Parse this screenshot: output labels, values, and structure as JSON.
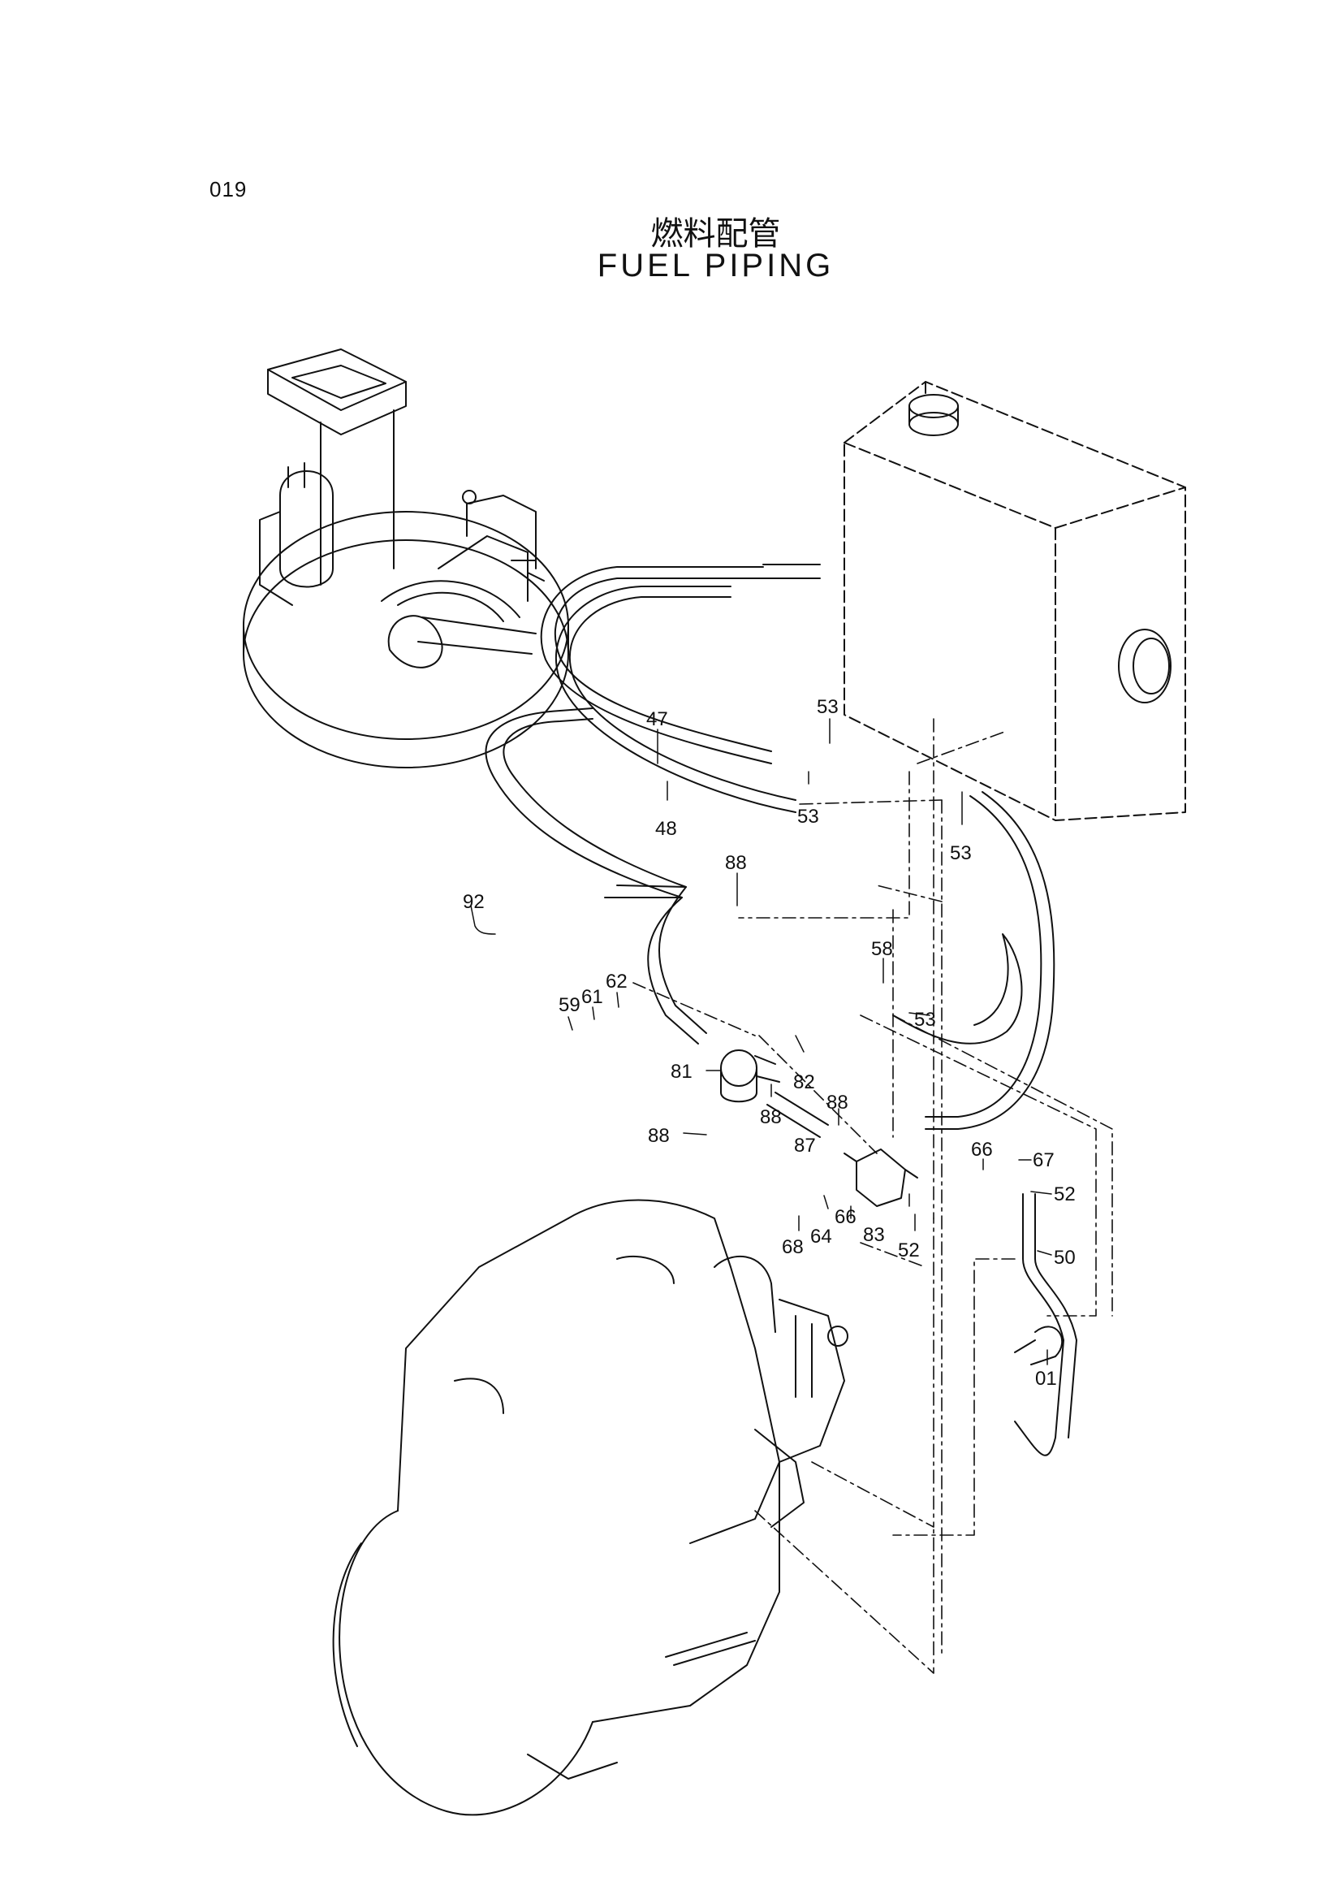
{
  "page": {
    "number": "019",
    "title_jp": "燃料配管",
    "title_en": "FUEL  PIPING"
  },
  "parts": [
    {
      "id": "p47",
      "label": "47"
    },
    {
      "id": "p53a",
      "label": "53"
    },
    {
      "id": "p48",
      "label": "48"
    },
    {
      "id": "p53b",
      "label": "53"
    },
    {
      "id": "p53c",
      "label": "53"
    },
    {
      "id": "p88a",
      "label": "88"
    },
    {
      "id": "p92",
      "label": "92"
    },
    {
      "id": "p58",
      "label": "58"
    },
    {
      "id": "p59",
      "label": "59"
    },
    {
      "id": "p61",
      "label": "61"
    },
    {
      "id": "p62",
      "label": "62"
    },
    {
      "id": "p53d",
      "label": "53"
    },
    {
      "id": "p81",
      "label": "81"
    },
    {
      "id": "p82",
      "label": "82"
    },
    {
      "id": "p88b",
      "label": "88"
    },
    {
      "id": "p88c",
      "label": "88"
    },
    {
      "id": "p88d",
      "label": "88"
    },
    {
      "id": "p87",
      "label": "87"
    },
    {
      "id": "p66a",
      "label": "66"
    },
    {
      "id": "p67",
      "label": "67"
    },
    {
      "id": "p52a",
      "label": "52"
    },
    {
      "id": "p66b",
      "label": "66"
    },
    {
      "id": "p64",
      "label": "64"
    },
    {
      "id": "p68",
      "label": "68"
    },
    {
      "id": "p83",
      "label": "83"
    },
    {
      "id": "p52b",
      "label": "52"
    },
    {
      "id": "p50",
      "label": "50"
    },
    {
      "id": "p01",
      "label": "01"
    }
  ]
}
